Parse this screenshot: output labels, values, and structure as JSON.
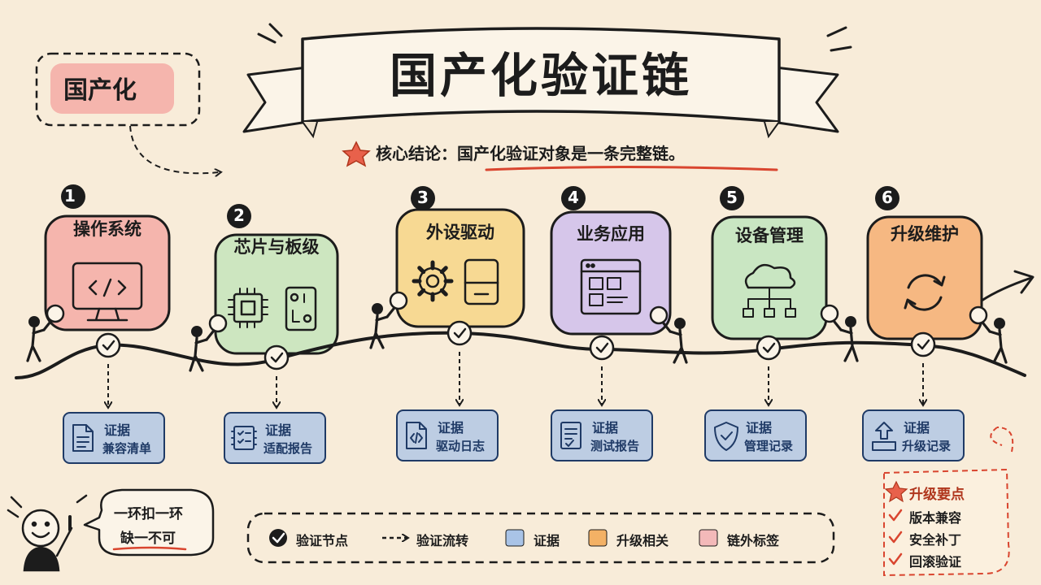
{
  "title": "国产化验证链",
  "tag": "国产化",
  "conclusion": "核心结论：国产化验证对象是一条完整链。",
  "nodes": [
    {
      "number": "1",
      "label": "操作系统",
      "icon": "monitor-code-icon",
      "color": "#f5b5ad",
      "evidence": {
        "head": "证据",
        "text": "兼容清单",
        "icon": "document-icon"
      }
    },
    {
      "number": "2",
      "label": "芯片与板级",
      "icon": "chip-board-icon",
      "color": "#cde6c0",
      "evidence": {
        "head": "证据",
        "text": "适配报告",
        "icon": "chip-checklist-icon"
      }
    },
    {
      "number": "3",
      "label": "外设驱动",
      "icon": "gear-device-icon",
      "color": "#f7d993",
      "evidence": {
        "head": "证据",
        "text": "驱动日志",
        "icon": "code-file-icon"
      }
    },
    {
      "number": "4",
      "label": "业务应用",
      "icon": "app-window-icon",
      "color": "#d6c6ea",
      "evidence": {
        "head": "证据",
        "text": "测试报告",
        "icon": "checked-doc-icon"
      }
    },
    {
      "number": "5",
      "label": "设备管理",
      "icon": "cloud-network-icon",
      "color": "#c9e6c2",
      "evidence": {
        "head": "证据",
        "text": "管理记录",
        "icon": "shield-check-icon"
      }
    },
    {
      "number": "6",
      "label": "升级维护",
      "icon": "refresh-icon",
      "color": "#f6b882",
      "evidence": {
        "head": "证据",
        "text": "升级记录",
        "icon": "upload-icon"
      }
    }
  ],
  "speech": {
    "line1": "一环扣一环",
    "line2": "缺一不可"
  },
  "legend": {
    "check": "验证节点",
    "arrow": "验证流转",
    "evidence": "证据",
    "upgrade": "升级相关",
    "offchain": "链外标签",
    "colors": {
      "evidence": "#a9c3e6",
      "upgrade": "#f3b165",
      "offchain": "#f3b9b9"
    }
  },
  "upgrade_notes": {
    "title": "升级要点",
    "items": [
      "版本兼容",
      "安全补丁",
      "回滚验证"
    ]
  }
}
